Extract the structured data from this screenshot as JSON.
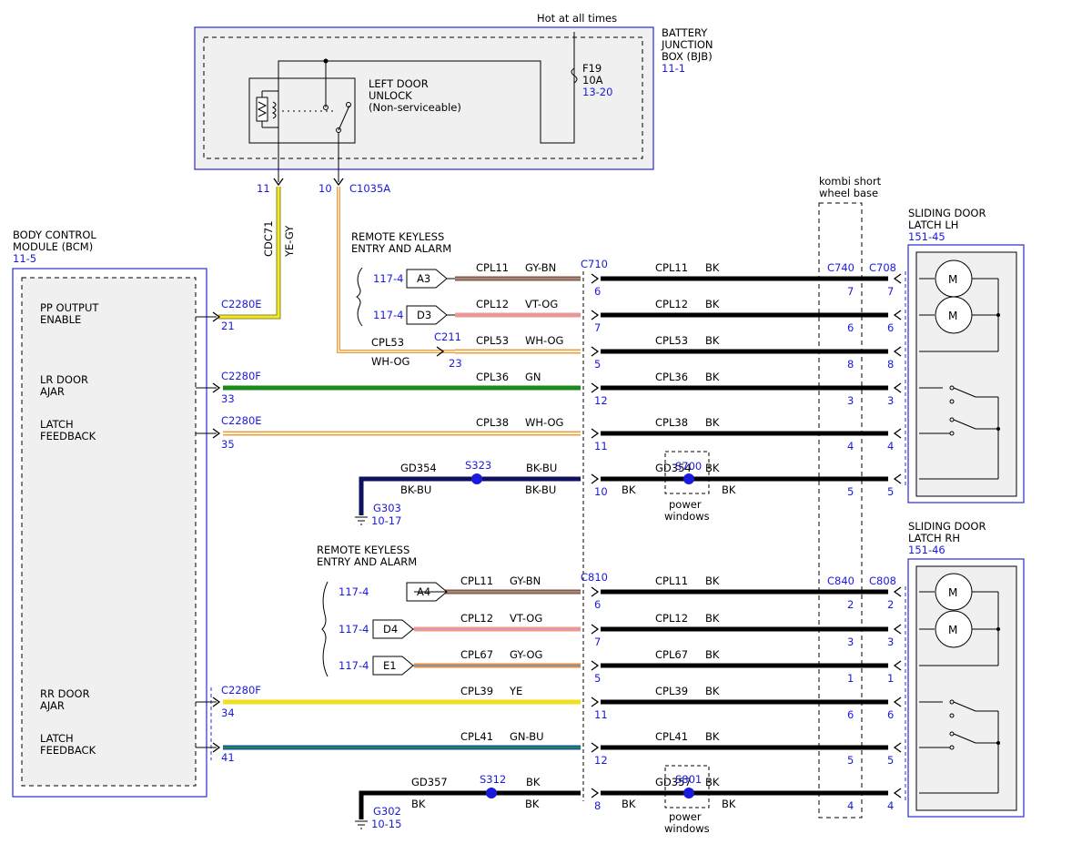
{
  "bjb": {
    "hot": "Hot at all times",
    "title": [
      "BATTERY",
      "JUNCTION",
      "BOX (BJB)"
    ],
    "ref": "11-1",
    "relay": [
      "LEFT DOOR",
      "UNLOCK",
      "(Non-serviceable)"
    ],
    "fuse": [
      "F19",
      "10A"
    ],
    "fuse_ref": "13-20",
    "pin_a": "11",
    "pin_b": "10",
    "connector": "C1035A"
  },
  "bcm": {
    "title": [
      "BODY CONTROL",
      "MODULE (BCM)"
    ],
    "ref": "11-5",
    "labels": [
      [
        "PP OUTPUT",
        "ENABLE"
      ],
      [
        "LR DOOR",
        "AJAR"
      ],
      [
        "LATCH",
        "FEEDBACK"
      ],
      [
        "RR DOOR",
        "AJAR"
      ],
      [
        "LATCH",
        "FEEDBACK"
      ]
    ]
  },
  "cdc": {
    "circuit": "CDC71",
    "color": "YE-GY"
  },
  "rke": [
    "REMOTE KEYLESS",
    "ENTRY AND ALARM"
  ],
  "kombi": [
    "kombi short",
    "wheel base"
  ],
  "latch_lh": {
    "title": [
      "SLIDING DOOR",
      "LATCH LH"
    ],
    "ref": "151-45"
  },
  "latch_rh": {
    "title": [
      "SLIDING DOOR",
      "LATCH RH"
    ],
    "ref": "151-46"
  },
  "connectors": {
    "c2280e": "C2280E",
    "c2280f": "C2280F",
    "c211": "C211",
    "c710": "C710",
    "c740": "C740",
    "c708": "C708",
    "c810": "C810",
    "c840": "C840",
    "c808": "C808"
  },
  "rke_inputs": [
    {
      "ref": "117-4",
      "tag": "A3"
    },
    {
      "ref": "117-4",
      "tag": "D3"
    },
    {
      "ref": "117-4",
      "tag": "A4"
    },
    {
      "ref": "117-4",
      "tag": "D4"
    },
    {
      "ref": "117-4",
      "tag": "E1"
    }
  ],
  "cpl53_left": {
    "circuit": "CPL53",
    "color": "WH-OG",
    "pin": "23"
  },
  "bcm_pins": [
    "21",
    "33",
    "35",
    "34",
    "41"
  ],
  "wires": [
    {
      "circuit": "CPL11",
      "color": "GY-BN",
      "p710": "6",
      "k": "7",
      "p708": "7",
      "right_color": "BK",
      "hex": [
        "#9a8a90",
        "#8a5a3a"
      ]
    },
    {
      "circuit": "CPL12",
      "color": "VT-OG",
      "p710": "7",
      "k": "6",
      "p708": "6",
      "right_color": "BK",
      "hex": [
        "#e890b8",
        "#e8a080"
      ]
    },
    {
      "circuit": "CPL53",
      "color": "WH-OG",
      "p710": "5",
      "k": "8",
      "p708": "8",
      "right_color": "BK",
      "hex": [
        "#f8f0e0",
        "#e8a040"
      ]
    },
    {
      "circuit": "CPL36",
      "color": "GN",
      "p710": "12",
      "k": "3",
      "p708": "3",
      "right_color": "BK",
      "hex": [
        "#1a8a1a",
        "#1a8a1a"
      ]
    },
    {
      "circuit": "CPL38",
      "color": "WH-OG",
      "p710": "11",
      "k": "4",
      "p708": "4",
      "right_color": "BK",
      "hex": [
        "#f8f0e0",
        "#e8a040"
      ]
    },
    {
      "circuit": "GD354",
      "color": "BK-BU",
      "p710": "10",
      "k": "5",
      "p708": "5",
      "right_color": "BK",
      "hex": [
        "#101060",
        "#101060"
      ]
    },
    {
      "circuit": "CPL11",
      "color": "GY-BN",
      "p710": "6",
      "k": "2",
      "p708": "2",
      "right_color": "BK",
      "hex": [
        "#9a8a90",
        "#8a5a3a"
      ]
    },
    {
      "circuit": "CPL12",
      "color": "VT-OG",
      "p710": "7",
      "k": "3",
      "p708": "3",
      "right_color": "BK",
      "hex": [
        "#e890b8",
        "#e8a080"
      ]
    },
    {
      "circuit": "CPL67",
      "color": "GY-OG",
      "p710": "5",
      "k": "1",
      "p708": "1",
      "right_color": "BK",
      "hex": [
        "#9a9090",
        "#e09040"
      ]
    },
    {
      "circuit": "CPL39",
      "color": "YE",
      "p710": "11",
      "k": "6",
      "p708": "6",
      "right_color": "BK",
      "hex": [
        "#f0e020",
        "#f0e020"
      ]
    },
    {
      "circuit": "CPL41",
      "color": "GN-BU",
      "p710": "12",
      "k": "5",
      "p708": "5",
      "right_color": "BK",
      "hex": [
        "#1a8a4a",
        "#2050a0"
      ]
    },
    {
      "circuit": "GD357",
      "color": "BK",
      "p710": "8",
      "k": "4",
      "p708": "4",
      "right_color": "BK",
      "hex": [
        "#000000",
        "#000000"
      ]
    }
  ],
  "grounds": {
    "s323": "S323",
    "s700": "S700",
    "g303": "G303",
    "g303_ref": "10-17",
    "s312": "S312",
    "s801": "S801",
    "g302": "G302",
    "g302_ref": "10-15",
    "power_windows": [
      "power",
      "windows"
    ]
  }
}
